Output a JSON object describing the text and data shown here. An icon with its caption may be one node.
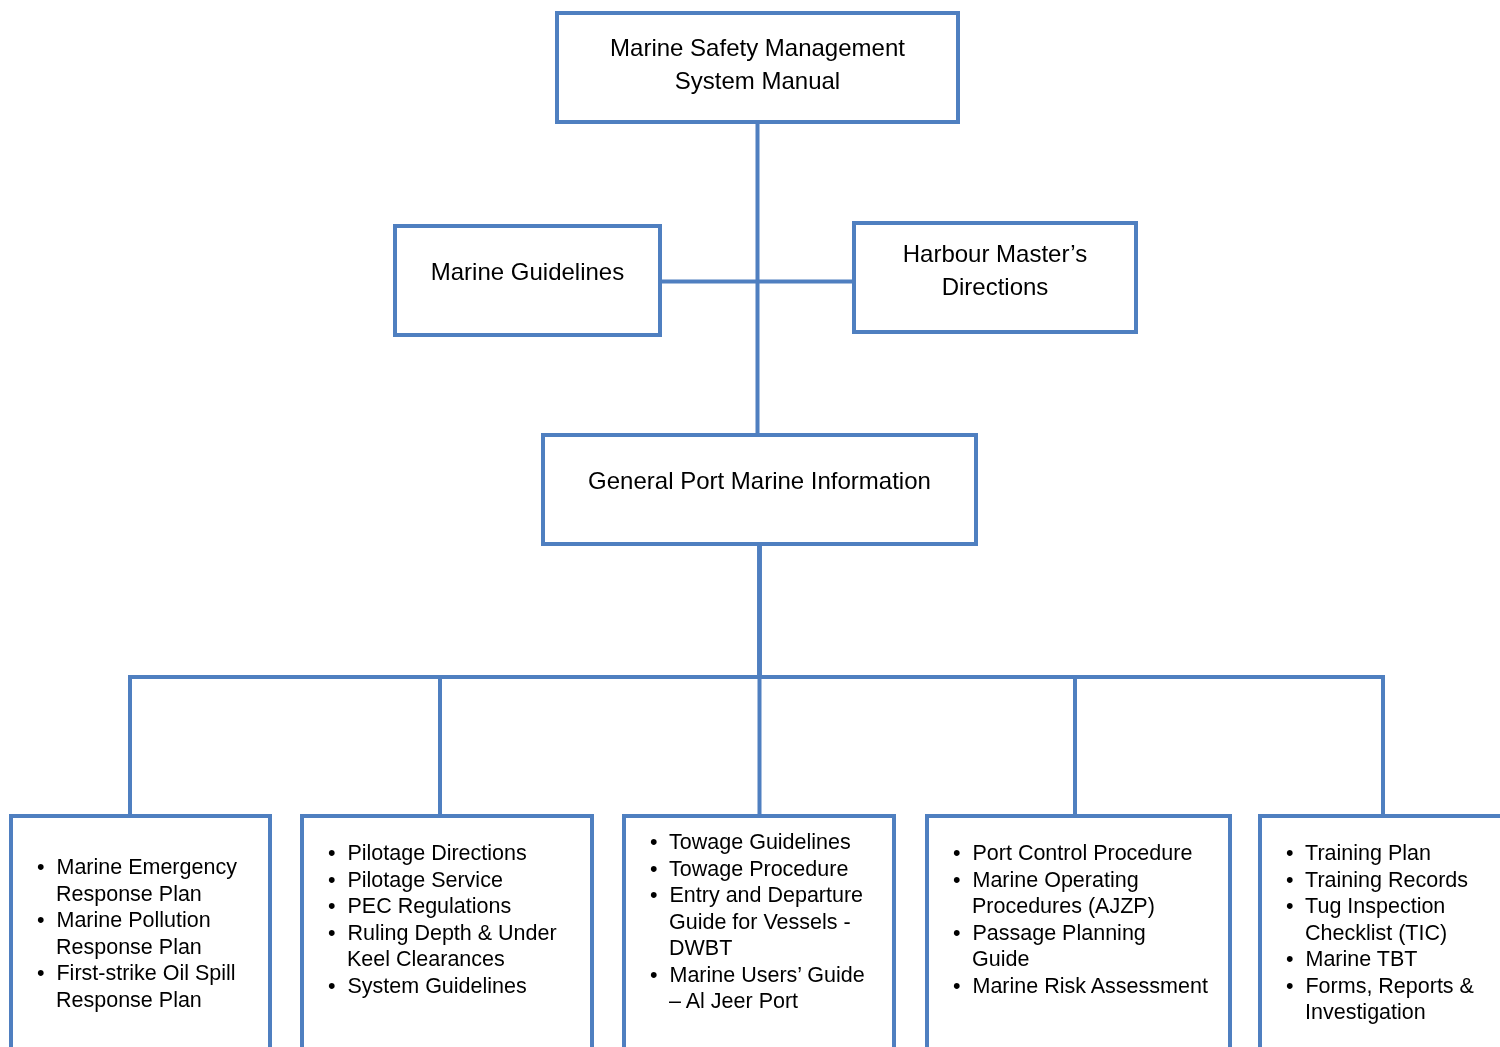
{
  "diagram": {
    "nodes": [
      {
        "text": [
          "Marine Safety Management System Manual"
        ]
      },
      {
        "text": [
          "Marine Guidelines"
        ]
      },
      {
        "text": [
          "Harbour Master’s Directions"
        ]
      },
      {
        "text": [
          "General Port Marine Information"
        ]
      },
      {
        "text": [
          "•  Marine Emergency Response Plan",
          "•  Marine Pollution Response Plan",
          "•  First-strike Oil Spill Response Plan"
        ]
      },
      {
        "text": [
          "•  Pilotage Directions",
          "•  Pilotage Service",
          "•  PEC Regulations",
          "•  Ruling Depth & Under Keel Clearances",
          "•  System Guidelines"
        ]
      },
      {
        "text": [
          "•  Towage Guidelines",
          "•  Towage Procedure",
          "•  Entry and Departure Guide for Vessels - DWBT",
          "•  Marine Users’ Guide – Al Jeer Port"
        ]
      },
      {
        "text": [
          "•  Port Control Procedure",
          "•  Marine Operating Procedures (AJZP)",
          "•  Passage Planning Guide",
          "•  Marine Risk Assessment"
        ]
      },
      {
        "text": [
          "•  Training Plan",
          "•  Training Records",
          "•  Tug Inspection Checklist (TIC)",
          "•  Marine TBT",
          "•  Forms, Reports & Investigation"
        ]
      }
    ],
    "edges": [
      {
        "from": 0,
        "to": 3,
        "arrow": "none"
      },
      {
        "from": 1,
        "to": 2,
        "arrow": "none"
      },
      {
        "from": 3,
        "to": 4,
        "arrow": "none"
      },
      {
        "from": 3,
        "to": 5,
        "arrow": "none"
      },
      {
        "from": 3,
        "to": 6,
        "arrow": "none"
      },
      {
        "from": 3,
        "to": 7,
        "arrow": "none"
      },
      {
        "from": 3,
        "to": 8,
        "arrow": "none"
      }
    ]
  }
}
